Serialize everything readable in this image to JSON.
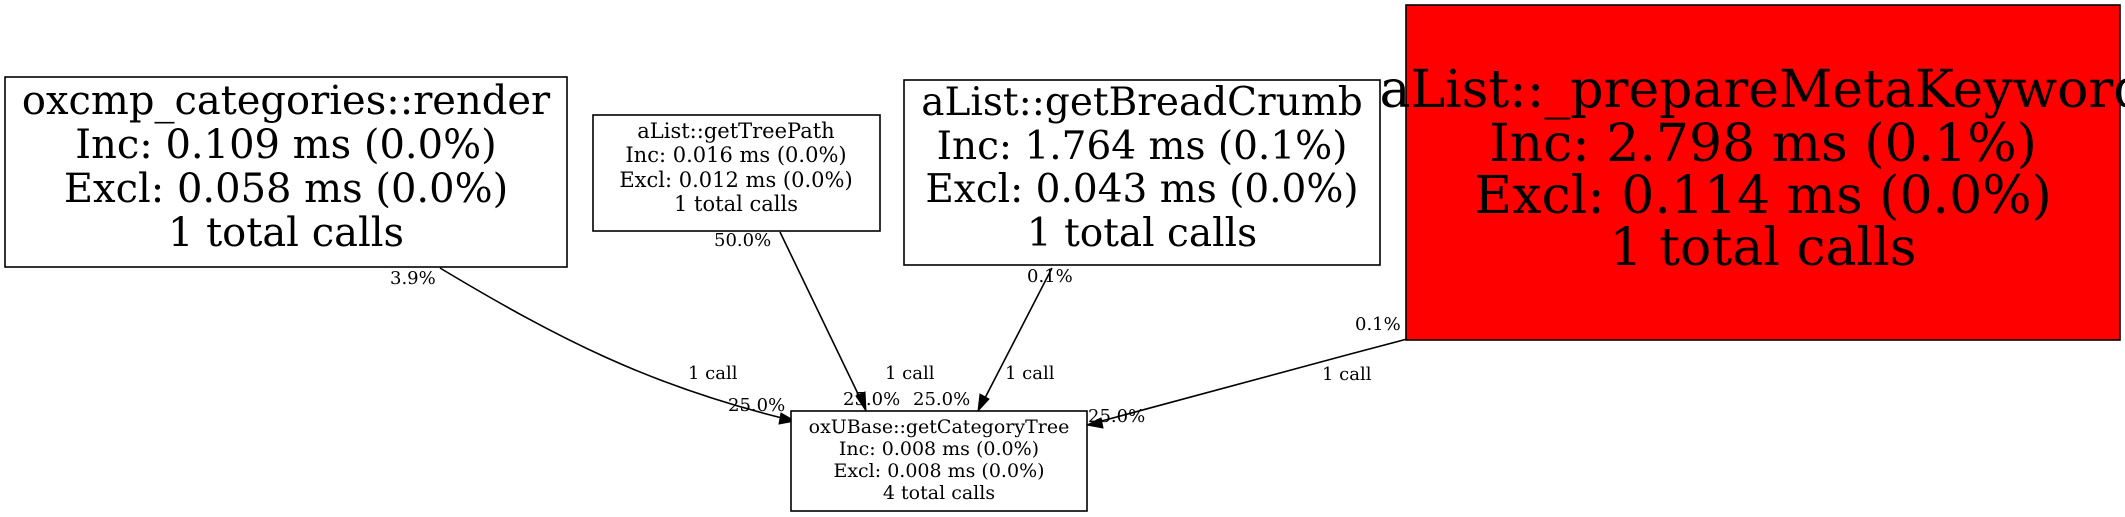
{
  "nodes": {
    "render": {
      "name": "oxcmp_categories::render",
      "inc": "Inc: 0.109 ms (0.0%)",
      "excl": "Excl: 0.058 ms (0.0%)",
      "calls": "1 total calls"
    },
    "treepath": {
      "name": "aList::getTreePath",
      "inc": "Inc: 0.016 ms (0.0%)",
      "excl": "Excl: 0.012 ms (0.0%)",
      "calls": "1 total calls"
    },
    "breadcrumb": {
      "name": "aList::getBreadCrumb",
      "inc": "Inc: 1.764 ms (0.1%)",
      "excl": "Excl: 0.043 ms (0.0%)",
      "calls": "1 total calls"
    },
    "metakeyword": {
      "name": "aList::_prepareMetaKeyword",
      "inc": "Inc: 2.798 ms (0.1%)",
      "excl": "Excl: 0.114 ms (0.0%)",
      "calls": "1 total calls",
      "color": "#ff0000"
    },
    "categorytree": {
      "name": "oxUBase::getCategoryTree",
      "inc": "Inc: 0.008 ms (0.0%)",
      "excl": "Excl: 0.008 ms (0.0%)",
      "calls": "4 total calls"
    }
  },
  "edges": {
    "render_to_tree": {
      "from_pct": "3.9%",
      "calls": "1 call",
      "to_pct": "25.0%"
    },
    "treepath_to_tree": {
      "from_pct": "50.0%",
      "calls": "1 call",
      "to_pct": "25.0%"
    },
    "breadcrumb_to_tree": {
      "from_pct": "0.1%",
      "calls": "1 call",
      "to_pct": "25.0%"
    },
    "metakeyword_to_tree": {
      "from_pct": "0.1%",
      "calls": "1 call",
      "to_pct": "25.0%"
    }
  }
}
